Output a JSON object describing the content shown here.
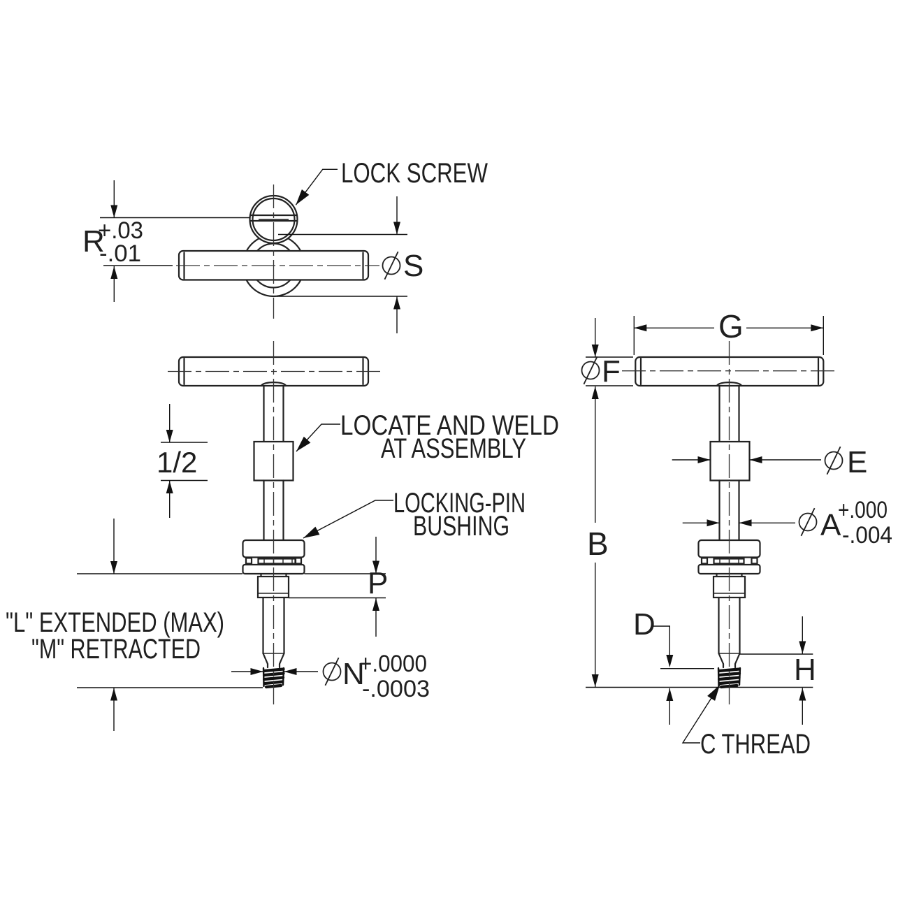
{
  "drawing": {
    "callouts": {
      "lock_screw": "LOCK SCREW",
      "locate_weld_line1": "LOCATE AND WELD",
      "locate_weld_line2": "AT ASSEMBLY",
      "locking_pin_line1": "LOCKING-PIN",
      "locking_pin_line2": "BUSHING",
      "c_thread": "C THREAD"
    },
    "notes": {
      "extended": "\"L\" EXTENDED (MAX)",
      "retracted": "\"M\" RETRACTED"
    },
    "dimensions": {
      "diameter_symbol": "⌀",
      "r_letter": "R",
      "r_plus": "+.03",
      "r_minus": "-.01",
      "s_letter": "S",
      "collar_height": "1/2",
      "p_letter": "P",
      "n_letter": "N",
      "n_plus": "+.0000",
      "n_minus": "-.0003",
      "g_letter": "G",
      "f_letter": "F",
      "b_letter": "B",
      "e_letter": "E",
      "a_letter": "A",
      "a_plus": "+.000",
      "a_minus": "-.004",
      "d_letter": "D",
      "h_letter": "H"
    }
  }
}
